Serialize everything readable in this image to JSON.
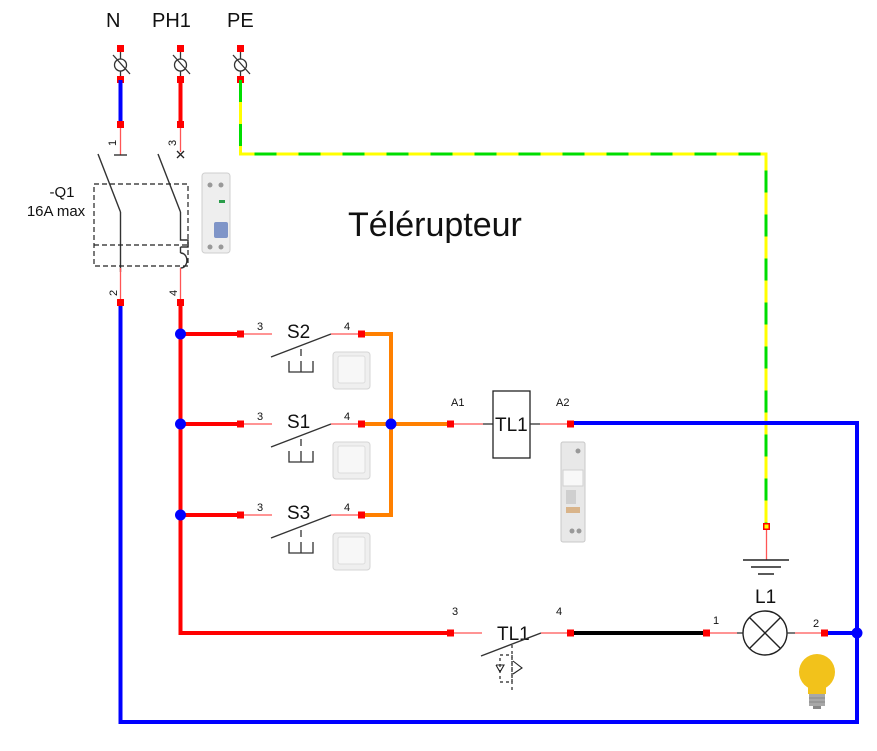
{
  "title": "Télérupteur",
  "supply": {
    "neutral_label": "N",
    "phase_label": "PH1",
    "earth_label": "PE"
  },
  "breaker": {
    "ref": "-Q1",
    "rating": "16A max",
    "terminals": {
      "n_in": "1",
      "ph_in": "3",
      "n_out": "2",
      "ph_out": "4"
    }
  },
  "switches": [
    {
      "ref": "S2",
      "in_terminal": "3",
      "out_terminal": "4"
    },
    {
      "ref": "S1",
      "in_terminal": "3",
      "out_terminal": "4"
    },
    {
      "ref": "S3",
      "in_terminal": "3",
      "out_terminal": "4"
    }
  ],
  "relay_coil": {
    "ref": "TL1",
    "terminal_a1": "A1",
    "terminal_a2": "A2"
  },
  "relay_contact": {
    "ref": "TL1",
    "in_terminal": "3",
    "out_terminal": "4"
  },
  "lamp": {
    "ref": "L1",
    "terminal_1": "1",
    "terminal_2": "2"
  },
  "colors": {
    "phase": "#ff0000",
    "neutral": "#0000ff",
    "control": "#ff8000",
    "earth_yellow": "#ffff00",
    "earth_green": "#00dd00",
    "junction": "#0000ff",
    "terminal": "#ff0000"
  }
}
